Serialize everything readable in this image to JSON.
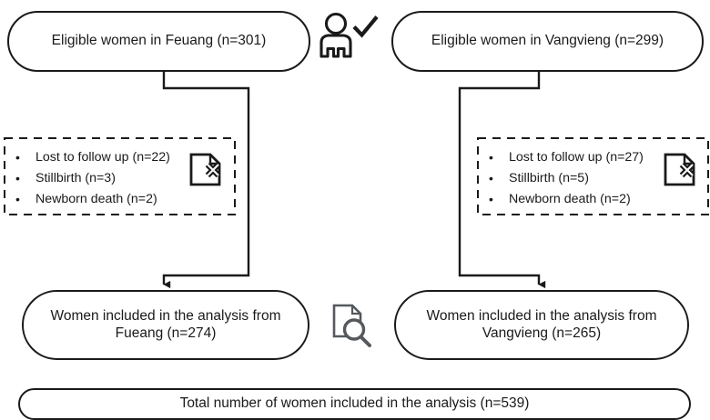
{
  "figure": {
    "type": "participant-flow-diagram",
    "title": "Study participant flow diagram",
    "line_color": "#1a1a1a",
    "text_color": "#1a1a1a",
    "background": "#ffffff"
  },
  "nodes": {
    "eligible_left": {
      "label": "Eligible women in Feuang (n=301)",
      "site": "Feuang",
      "count": 301,
      "shape": "stadium"
    },
    "eligible_right": {
      "label": "Eligible women in Vangvieng (n=299)",
      "site": "Vangvieng",
      "count": 299,
      "shape": "stadium"
    },
    "included_left": {
      "line1": "Women included in the analysis from",
      "line2": "Fueang (n=274)",
      "site": "Fueang",
      "count": 274,
      "shape": "stadium"
    },
    "included_right": {
      "line1": "Women included in the analysis from",
      "line2": "Vangvieng (n=265)",
      "site": "Vangvieng",
      "count": 265,
      "shape": "stadium"
    },
    "total": {
      "label": "Total number of women included in the analysis (n=539)",
      "count": 539,
      "shape": "stadium"
    }
  },
  "exclusions": {
    "left": {
      "bullet": "•",
      "items": [
        "Lost to follow up (n=22)",
        "Stillbirth (n=3)",
        "Newborn death (n=2)"
      ],
      "border_style": "dashed"
    },
    "right": {
      "bullet": "•",
      "items": [
        "Lost to follow up (n=27)",
        "Stillbirth (n=5)",
        "Newborn death (n=2)"
      ],
      "border_style": "dashed"
    }
  },
  "icons": {
    "enrollment": "person-with-checkmark-icon",
    "exclusion_left": "document-with-x-icon",
    "exclusion_right": "document-with-x-icon",
    "analysis": "document-with-magnifier-icon"
  }
}
